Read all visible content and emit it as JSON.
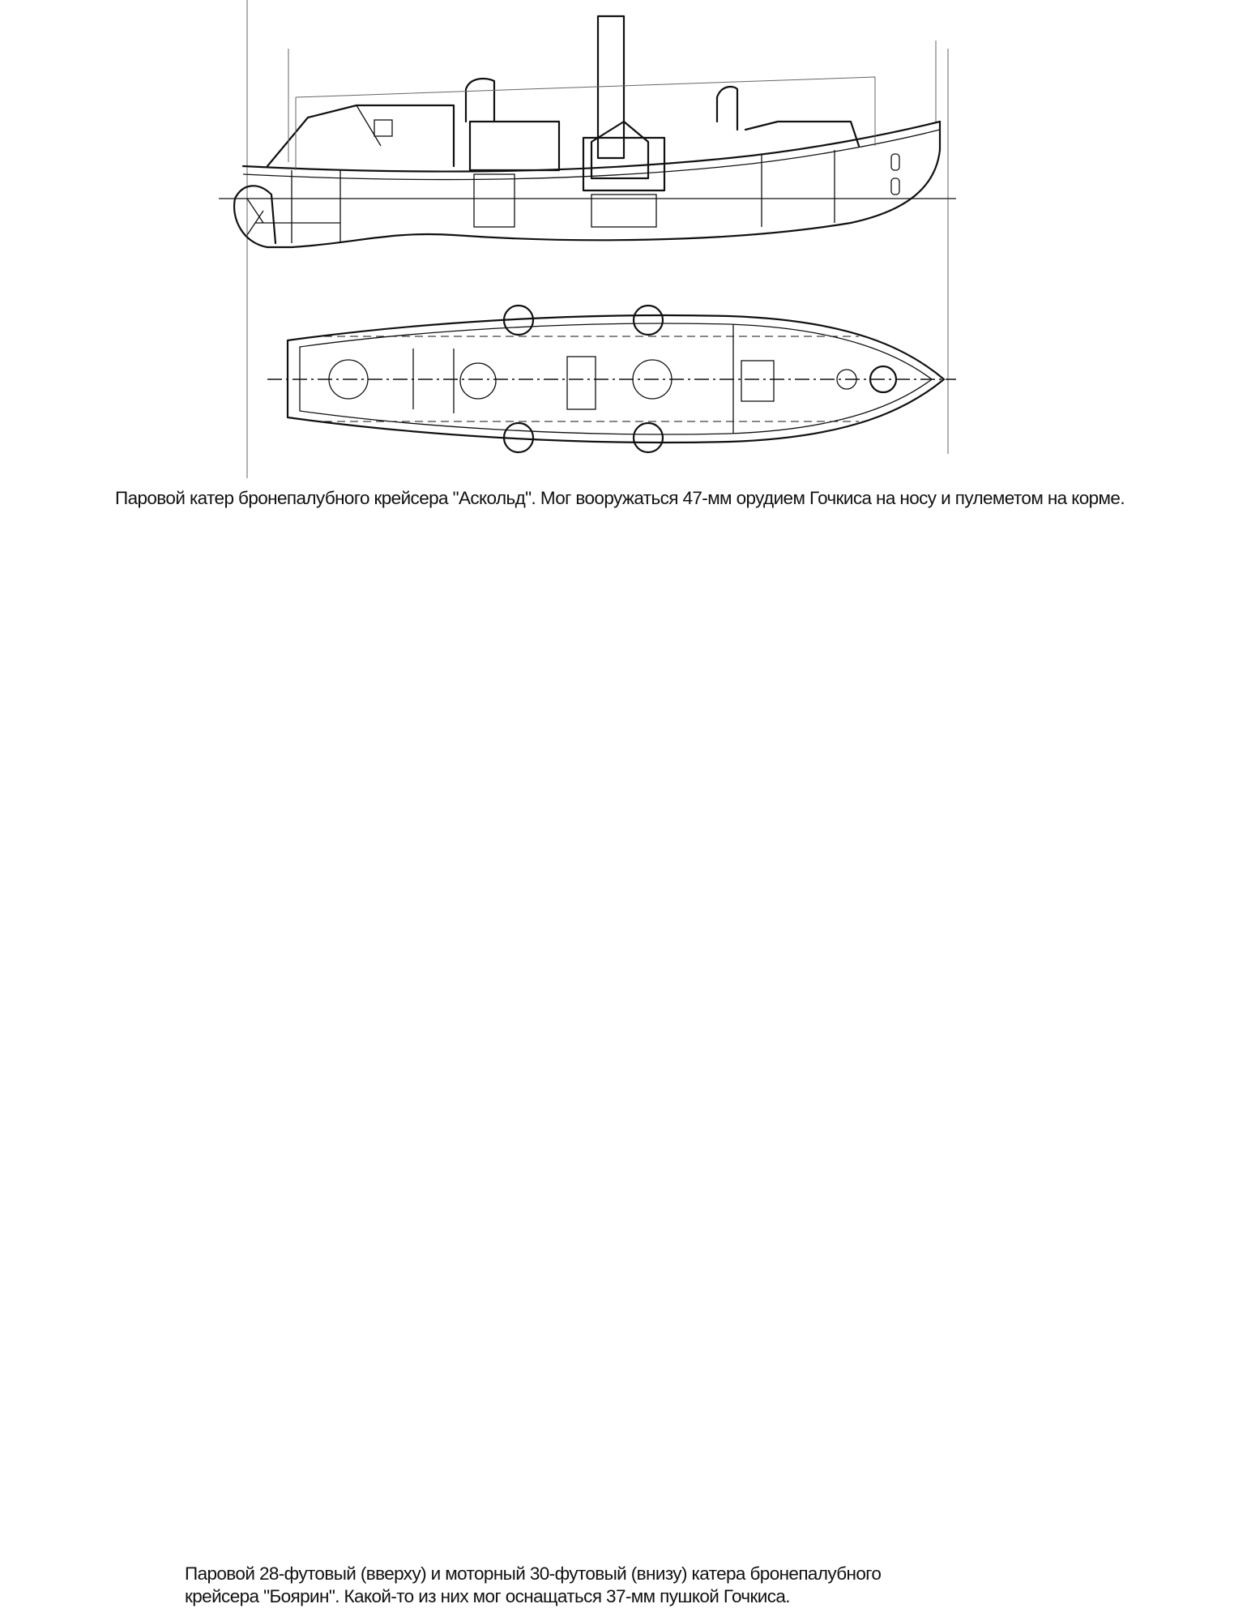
{
  "captions": {
    "askold": "Паровой катер бронепалубного крейсера \"Аскольд\". Мог вооружаться 47-мм орудием Гочкиса на носу и пулеметом на корме.",
    "boyarin_line1": "Паровой  28-футовый (вверху) и моторный  30-футовый (внизу) катера бронепалубного",
    "boyarin_line2": "крейсера \"Боярин\". Какой-то из них мог оснащаться 37-мм пушкой Гочкиса."
  }
}
